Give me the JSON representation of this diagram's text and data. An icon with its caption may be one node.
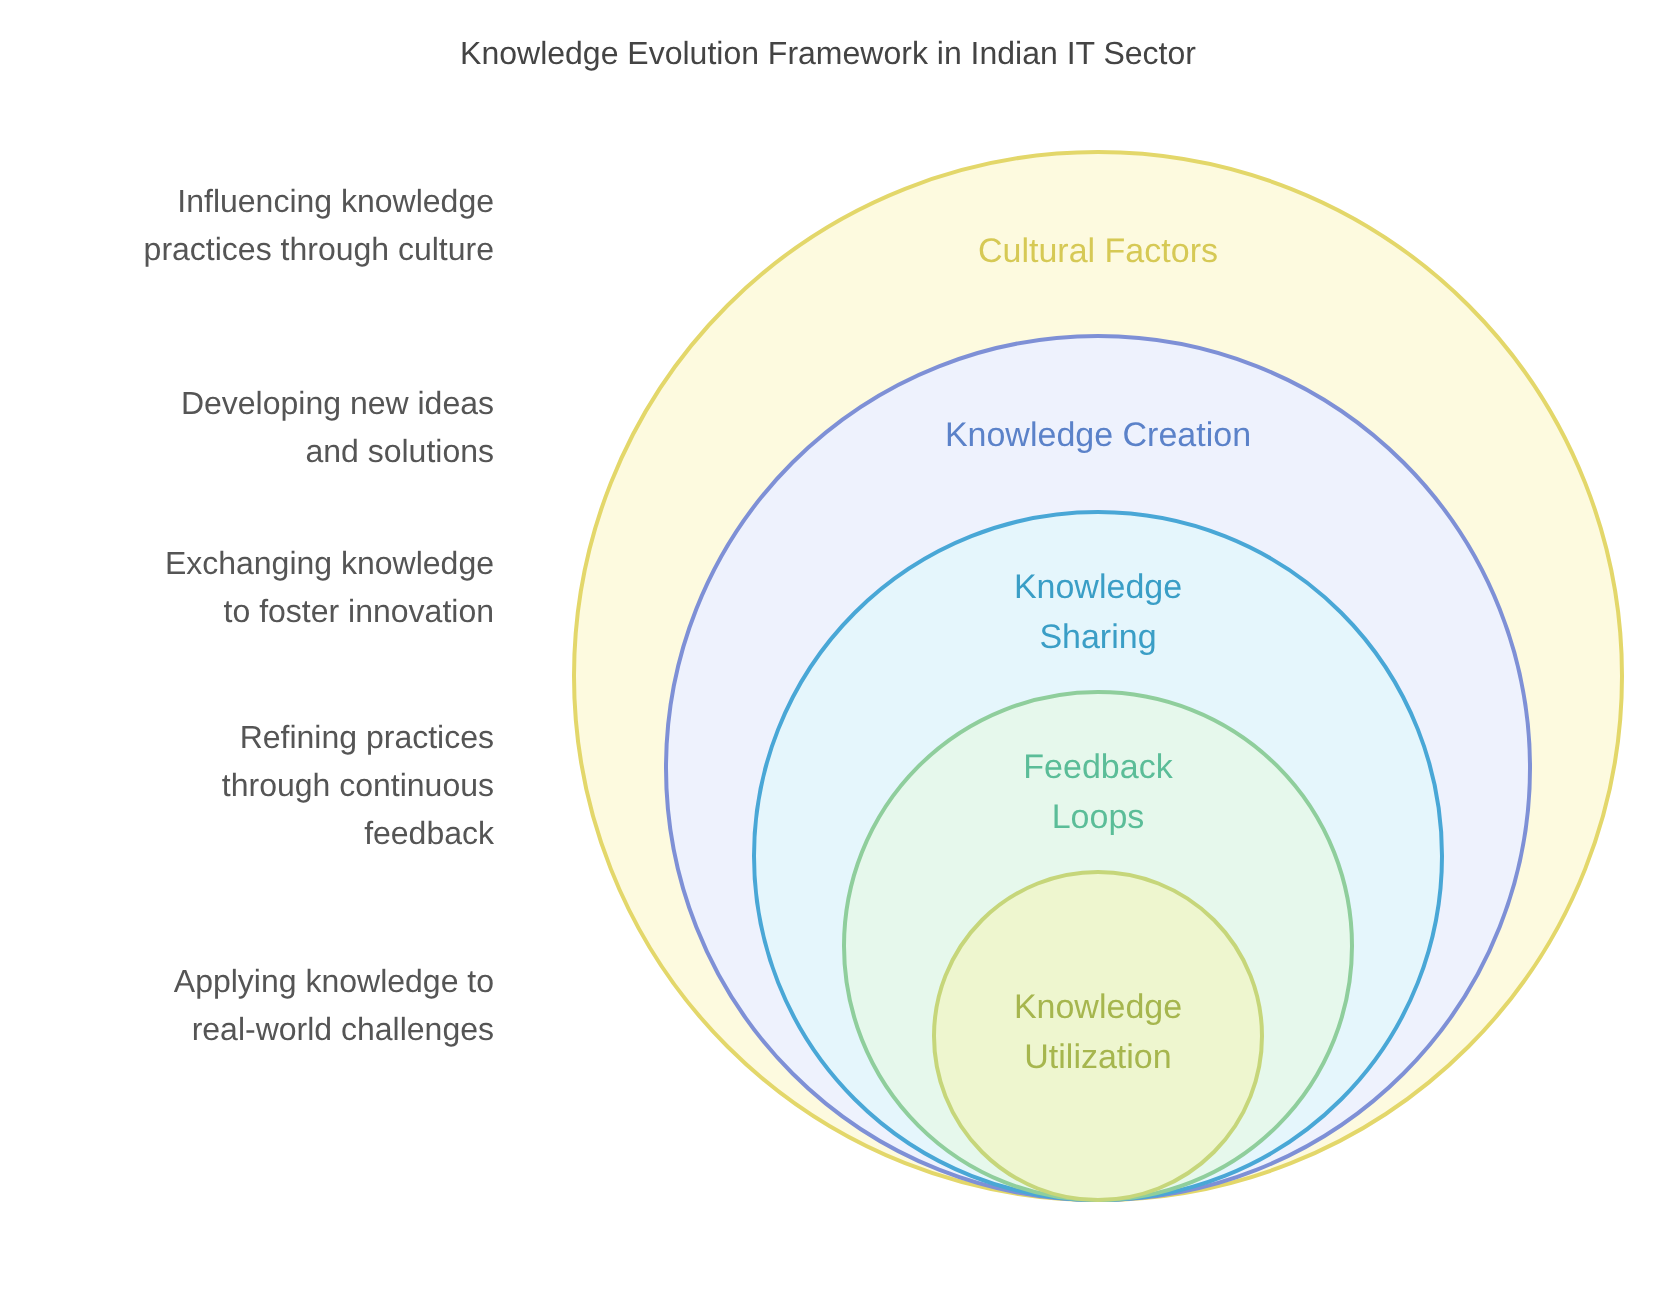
{
  "diagram": {
    "title": "Knowledge Evolution Framework in Indian IT Sector",
    "nodes": [
      {
        "text": [
          "Cultural Factors"
        ]
      },
      {
        "text": [
          "Knowledge Creation"
        ],
        "in": 0
      },
      {
        "text": [
          "Knowledge Sharing"
        ],
        "in": 1
      },
      {
        "text": [
          "Feedback Loops"
        ],
        "in": 2
      },
      {
        "text": [
          "Knowledge Utilization"
        ],
        "in": 3
      }
    ],
    "labels": [
      "Influencing knowledge practices through culture",
      "Developing new ideas and solutions",
      "Exchanging knowledge to foster innovation",
      "Refining practices through continuous feedback",
      "Applying knowledge to real-world challenges"
    ]
  }
}
